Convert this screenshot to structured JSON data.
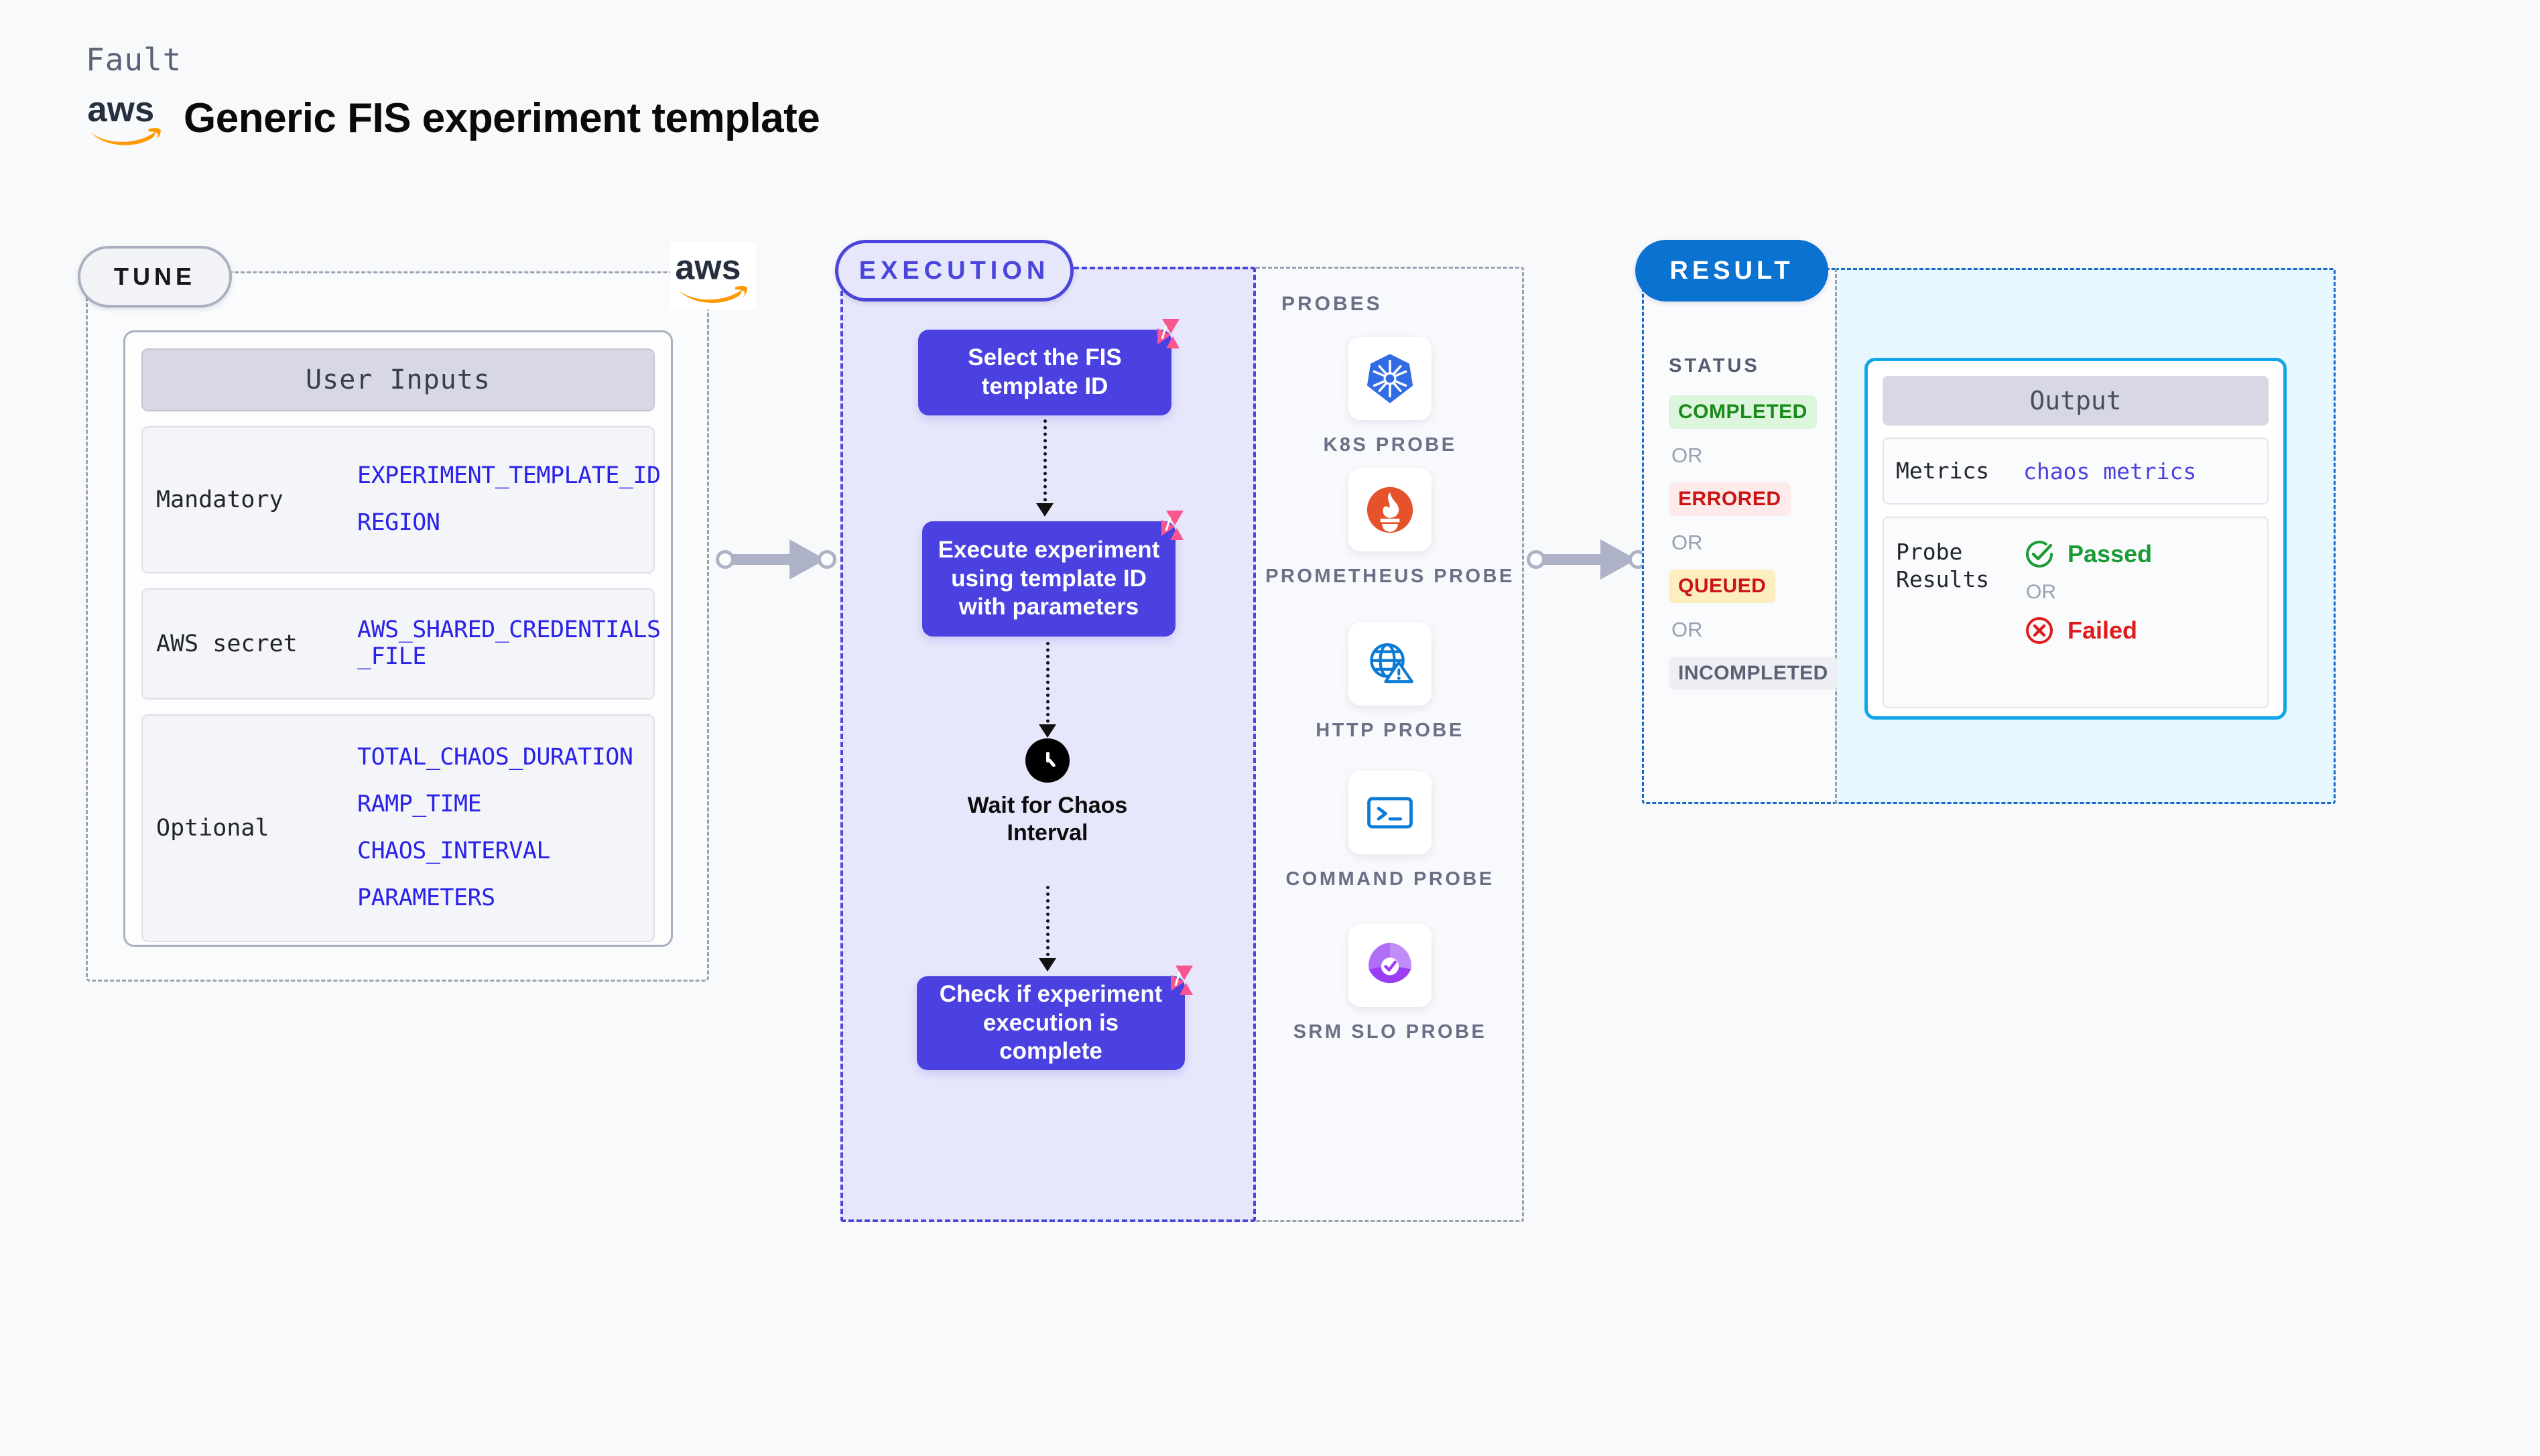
{
  "header": {
    "brand": "Fault",
    "title": "Generic FIS experiment template",
    "logo_icon": "aws-logo"
  },
  "tune": {
    "pill_label": "TUNE",
    "aws_icon": "aws-logo",
    "card_title": "User Inputs",
    "groups": [
      {
        "label": "Mandatory",
        "values": [
          "EXPERIMENT_TEMPLATE_ID",
          "REGION"
        ]
      },
      {
        "label": "AWS secret",
        "values": [
          "AWS_SHARED_CREDENTIALS\n_FILE"
        ]
      },
      {
        "label": "Optional",
        "values": [
          "TOTAL_CHAOS_DURATION",
          "RAMP_TIME",
          "CHAOS_INTERVAL",
          "PARAMETERS"
        ]
      }
    ]
  },
  "execution": {
    "pill_label": "EXECUTION",
    "steps": [
      {
        "text": "Select the FIS template ID",
        "badge_icon": "harness-corner-icon"
      },
      {
        "text": "Execute experiment using template ID with parameters",
        "badge_icon": "harness-corner-icon"
      },
      {
        "text": "Check if experiment execution is complete",
        "badge_icon": "harness-corner-icon"
      }
    ],
    "wait_node": {
      "icon": "clock-icon",
      "label": "Wait for Chaos Interval"
    },
    "probes_title": "PROBES",
    "probes": [
      {
        "label": "K8S PROBE",
        "icon": "kubernetes-icon"
      },
      {
        "label": "PROMETHEUS PROBE",
        "icon": "prometheus-icon"
      },
      {
        "label": "HTTP PROBE",
        "icon": "http-globe-warning-icon"
      },
      {
        "label": "COMMAND PROBE",
        "icon": "terminal-icon"
      },
      {
        "label": "SRM SLO PROBE",
        "icon": "srm-slo-icon"
      }
    ]
  },
  "result": {
    "pill_label": "RESULT",
    "status_title": "STATUS",
    "or_text": "OR",
    "statuses": [
      {
        "label": "COMPLETED",
        "bg": "#dcf5dc",
        "fg": "#1a8a1a"
      },
      {
        "label": "ERRORED",
        "bg": "#fdeaea",
        "fg": "#cc1414"
      },
      {
        "label": "QUEUED",
        "bg": "#fdeec0",
        "fg": "#cc1414"
      },
      {
        "label": "INCOMPLETED",
        "bg": "#eeeff4",
        "fg": "#5b6074"
      }
    ],
    "output": {
      "title": "Output",
      "metrics_label": "Metrics",
      "metrics_value": "chaos metrics",
      "probe_results_label": "Probe Results",
      "passed_label": "Passed",
      "failed_label": "Failed",
      "or_text": "OR",
      "passed_icon": "check-circle-icon",
      "failed_icon": "x-circle-icon"
    }
  },
  "colors": {
    "page_bg": "#f8f9fb",
    "execution_accent": "#4a41e0",
    "result_accent": "#0a72d0",
    "output_border": "#12a6e8",
    "param_text": "#2a22e8",
    "badge_pink": "#f9568f"
  }
}
